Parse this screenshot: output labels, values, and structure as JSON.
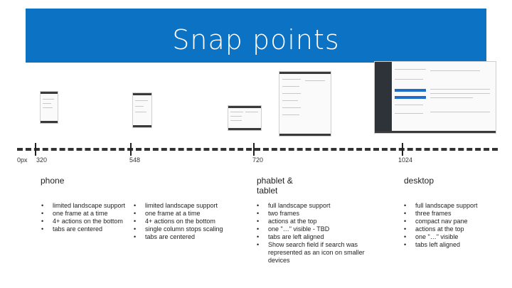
{
  "slide": {
    "title": "Snap points"
  },
  "timeline": {
    "ticks": [
      "0px",
      "320",
      "548",
      "720",
      "1024"
    ]
  },
  "columns": [
    {
      "title": "phone",
      "bullets": [
        "limited landscape support",
        "one frame at a time",
        "4+ actions on the bottom",
        "tabs are centered"
      ]
    },
    {
      "title": "",
      "bullets": [
        "limited landscape support",
        "one frame at a time",
        "4+ actions on the bottom",
        "single column stops scaling",
        "tabs are centered"
      ]
    },
    {
      "title": "phablet & tablet",
      "bullets": [
        "full landscape support",
        "two frames",
        "actions at the top",
        "one \"…\" visible - TBD",
        "tabs are left aligned",
        "Show search field if search was represented as an icon on smaller devices"
      ]
    },
    {
      "title": "desktop",
      "bullets": [
        "full landscape support",
        "three frames",
        "compact nav pane",
        "actions at the top",
        "one \"…\" visible",
        "tabs left aligned"
      ]
    }
  ],
  "colors": {
    "banner": "#0c72c4",
    "text": "#222222",
    "accent": "#1e6fc7"
  }
}
